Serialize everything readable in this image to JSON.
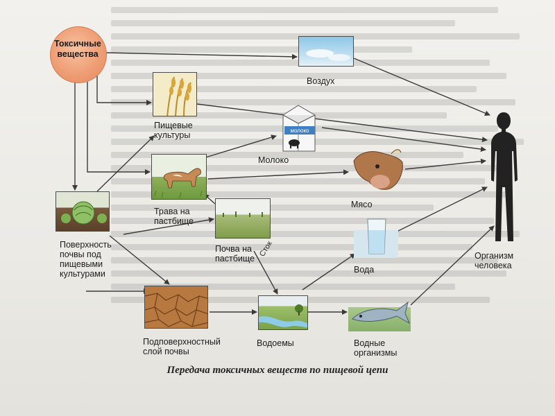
{
  "caption": "Передача токсичных веществ по пищевой цепи",
  "center_node": "Токсичные\nвещества",
  "nodes": {
    "air": "Воздух",
    "crops": "Пищевые\nкультуры",
    "milk": "Молоко",
    "meat": "Мясо",
    "grass": "Трава на\nпастбище",
    "pasture_soil": "Почва на\nпастбище",
    "soil_surface": "Поверхность\nпочвы под\nпищевыми\nкультурами",
    "subsoil": "Подповерхностный\nслой почвы",
    "waterbodies": "Водоемы",
    "aquatic": "Водные\nорганизмы",
    "water": "Вода",
    "human": "Организм\nчеловека"
  },
  "milk_carton_text": "молоко",
  "runoff_label": "Сток",
  "colors": {
    "toxic": "#ee9b72",
    "arrow": "#3a3a3a"
  },
  "icons": {
    "air": "sky-icon",
    "crops": "wheat-icon",
    "milk": "milk-carton-icon",
    "meat": "cow-head-icon",
    "grass": "calf-on-pasture-icon",
    "pasture_soil": "pasture-field-icon",
    "soil_surface": "cabbage-icon",
    "subsoil": "cracked-soil-icon",
    "waterbodies": "landscape-with-river-icon",
    "aquatic": "fish-icon",
    "water": "glass-of-water-icon",
    "human": "human-silhouette-icon"
  }
}
